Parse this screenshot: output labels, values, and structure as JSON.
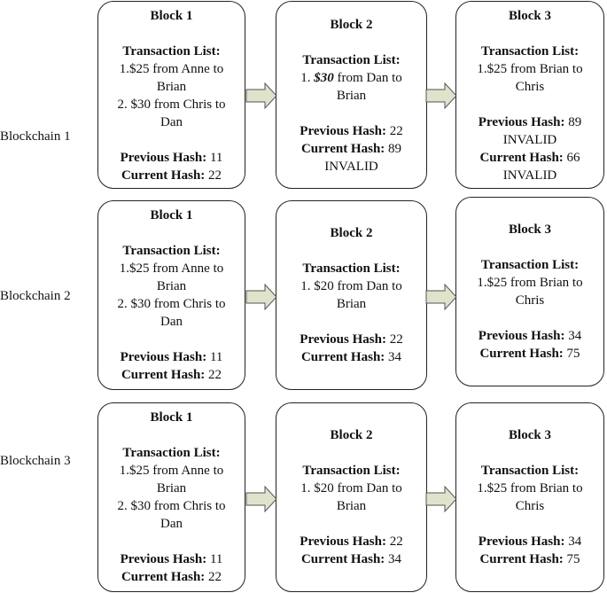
{
  "rows": [
    {
      "label": "Blockchain 1",
      "blocks": [
        {
          "title": "Block 1",
          "tx_heading": "Transaction List:",
          "tx_lines": [
            "1.$25 from Anne to",
            "Brian",
            "2. $30 from Chris to",
            "Dan"
          ],
          "prev_label": "Previous Hash:",
          "prev_value": "11",
          "curr_label": "Current Hash:",
          "curr_value": "22"
        },
        {
          "title": "Block 2",
          "tx_heading": "Transaction List:",
          "tx_prefix": "1. ",
          "tx_amount": "$30",
          "tx_rest": " from Dan to",
          "tx_line2": "Brian",
          "prev_label": "Previous Hash:",
          "prev_value": "22",
          "curr_label": "Current Hash:",
          "curr_value": "89",
          "curr_status": "INVALID"
        },
        {
          "title": "Block 3",
          "tx_heading": "Transaction List:",
          "tx_lines": [
            "1.$25 from Brian to",
            "Chris"
          ],
          "prev_label": "Previous Hash:",
          "prev_value": "89",
          "prev_status": "INVALID",
          "curr_label": "Current Hash:",
          "curr_value": "66",
          "curr_status": "INVALID"
        }
      ]
    },
    {
      "label": "Blockchain 2",
      "blocks": [
        {
          "title": "Block 1",
          "tx_heading": "Transaction List:",
          "tx_lines": [
            "1.$25 from Anne to",
            "Brian",
            "2. $30 from Chris to",
            "Dan"
          ],
          "prev_label": "Previous Hash:",
          "prev_value": "11",
          "curr_label": "Current Hash:",
          "curr_value": "22"
        },
        {
          "title": "Block 2",
          "tx_heading": "Transaction List:",
          "tx_lines": [
            "1. $20 from Dan to",
            "Brian"
          ],
          "prev_label": "Previous Hash:",
          "prev_value": "22",
          "curr_label": "Current Hash:",
          "curr_value": "34"
        },
        {
          "title": "Block 3",
          "tx_heading": "Transaction List:",
          "tx_lines": [
            "1.$25 from Brian to",
            "Chris"
          ],
          "prev_label": "Previous Hash:",
          "prev_value": "34",
          "curr_label": "Current Hash:",
          "curr_value": "75"
        }
      ]
    },
    {
      "label": "Blockchain 3",
      "blocks": [
        {
          "title": "Block 1",
          "tx_heading": "Transaction List:",
          "tx_lines": [
            "1.$25 from Anne to",
            "Brian",
            "2. $30 from Chris to",
            "Dan"
          ],
          "prev_label": "Previous Hash:",
          "prev_value": "11",
          "curr_label": "Current Hash:",
          "curr_value": "22"
        },
        {
          "title": "Block 2",
          "tx_heading": "Transaction List:",
          "tx_lines": [
            "1. $20 from Dan to",
            "Brian"
          ],
          "prev_label": "Previous Hash:",
          "prev_value": "22",
          "curr_label": "Current Hash:",
          "curr_value": "34"
        },
        {
          "title": "Block 3",
          "tx_heading": "Transaction List:",
          "tx_lines": [
            "1.$25 from Brian to",
            "Chris"
          ],
          "prev_label": "Previous Hash:",
          "prev_value": "34",
          "curr_label": "Current Hash:",
          "curr_value": "75"
        }
      ]
    }
  ],
  "colors": {
    "arrow_fill": "#dfe3cc",
    "arrow_stroke": "#555555",
    "border": "#222222"
  }
}
